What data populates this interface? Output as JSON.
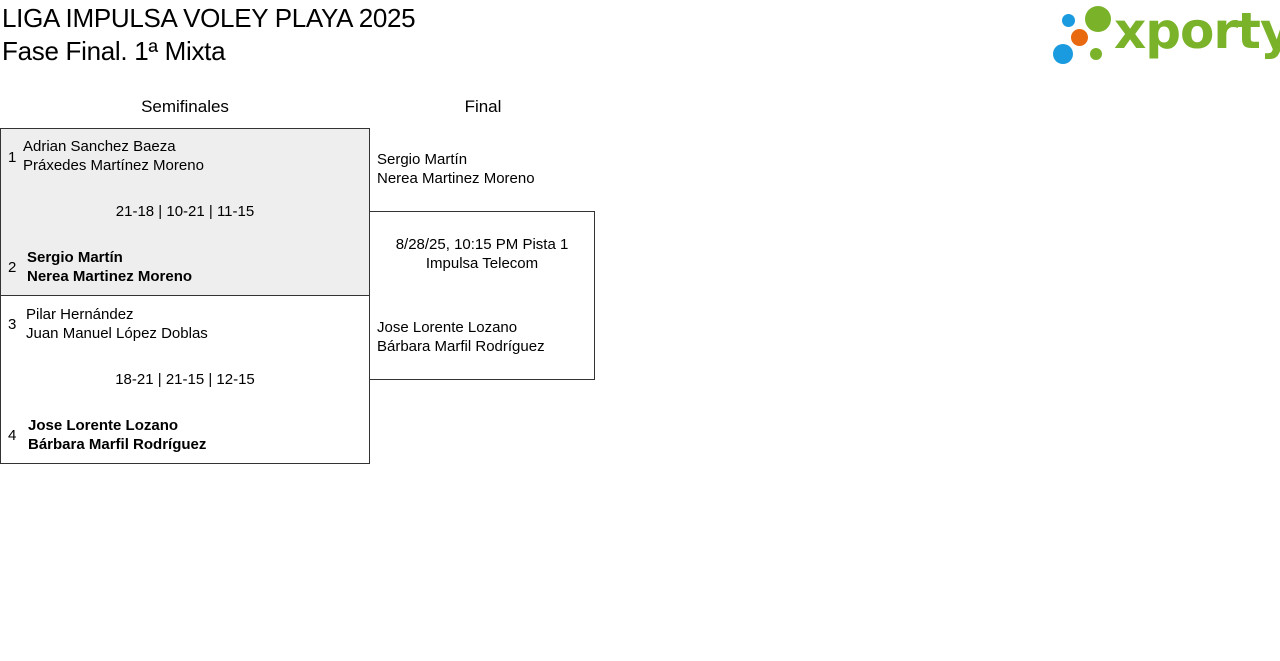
{
  "header": {
    "title": "LIGA IMPULSA VOLEY PLAYA 2025",
    "subtitle": "Fase Final. 1ª Mixta"
  },
  "logo": {
    "text": "xporty",
    "colors": {
      "green": "#7ab32a",
      "blue": "#1a9be0",
      "orange": "#e8690f"
    }
  },
  "rounds": {
    "semifinal_label": "Semifinales",
    "final_label": "Final"
  },
  "semifinal_1": {
    "team_a": {
      "seed": "1",
      "player1": "Adrian Sanchez Baeza",
      "player2": "Práxedes Martínez Moreno"
    },
    "score": "21-18 | 10-21 | 11-15",
    "team_b": {
      "seed": "2",
      "player1": "Sergio Martín",
      "player2": "Nerea Martinez Moreno"
    }
  },
  "semifinal_2": {
    "team_a": {
      "seed": "3",
      "player1": "Pilar Hernández",
      "player2": "Juan Manuel López Doblas"
    },
    "score": "18-21 | 21-15 | 12-15",
    "team_b": {
      "seed": "4",
      "player1": "Jose Lorente Lozano",
      "player2": "Bárbara Marfil Rodríguez"
    }
  },
  "final": {
    "team_a": {
      "player1": "Sergio Martín",
      "player2": "Nerea Martinez Moreno"
    },
    "schedule": "8/28/25, 10:15 PM Pista 1",
    "venue": "Impulsa Telecom",
    "team_b": {
      "player1": "Jose Lorente Lozano",
      "player2": "Bárbara Marfil Rodríguez"
    }
  },
  "colors": {
    "completed_match_bg": "#eeeeee",
    "border": "#333333"
  }
}
